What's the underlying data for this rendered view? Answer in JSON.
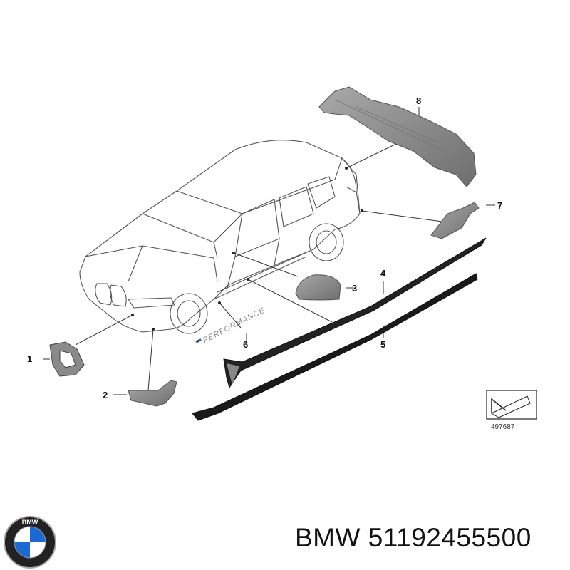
{
  "diagram": {
    "callouts": [
      "1",
      "2",
      "3",
      "4",
      "5",
      "6",
      "7",
      "8"
    ],
    "performance_badge": "PERFORMANCE",
    "performance_prefix": "M",
    "reference_number": "497687"
  },
  "footer": {
    "brand": "BMW",
    "part_number": "51192455500",
    "logo_letters": "BMW"
  },
  "colors": {
    "line": "#444444",
    "part_fill": "#8c8c8c",
    "part_dark": "#222222",
    "logo_blue": "#1c69d4"
  }
}
